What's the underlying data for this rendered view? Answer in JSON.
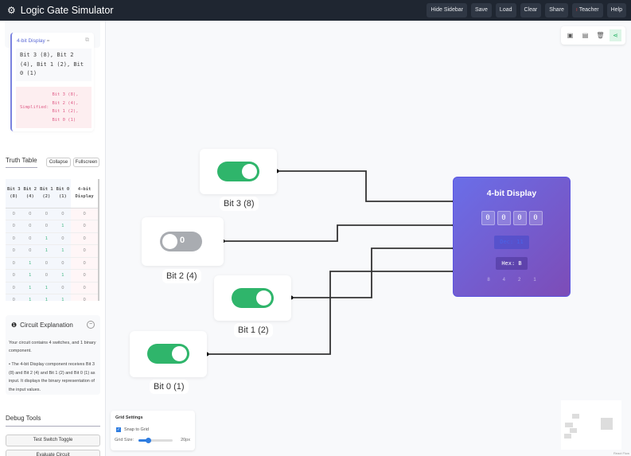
{
  "app": {
    "title": "Logic Gate Simulator",
    "nav": [
      "Hide Sidebar",
      "Save",
      "Load",
      "Clear",
      "Share",
      "Teacher",
      "Help"
    ]
  },
  "expression": {
    "name": "4-bit Display",
    "eq": "=",
    "expr": "Bit 3 (8), Bit 2 (4), Bit 1 (2), Bit 0 (1)",
    "simplified_label": "Simplified:",
    "simplified": "Bit 3 (8), Bit 2 (4), Bit 1 (2), Bit 0 (1)"
  },
  "truth_table": {
    "title": "Truth Table",
    "collapse": "Collapse",
    "fullscreen": "Fullscreen",
    "headers": [
      "Bit 3 (8)",
      "Bit 2 (4)",
      "Bit 1 (2)",
      "Bit 0 (1)",
      "4-bit Display"
    ],
    "rows": [
      [
        "0",
        "0",
        "0",
        "0",
        "0"
      ],
      [
        "0",
        "0",
        "0",
        "1",
        "0"
      ],
      [
        "0",
        "0",
        "1",
        "0",
        "0"
      ],
      [
        "0",
        "0",
        "1",
        "1",
        "0"
      ],
      [
        "0",
        "1",
        "0",
        "0",
        "0"
      ],
      [
        "0",
        "1",
        "0",
        "1",
        "0"
      ],
      [
        "0",
        "1",
        "1",
        "0",
        "0"
      ],
      [
        "0",
        "1",
        "1",
        "1",
        "0"
      ]
    ]
  },
  "explanation": {
    "title": "Circuit Explanation",
    "p1": "Your circuit contains 4 switches, and 1 binary component.",
    "p2": "• The 4-bit Display component receives Bit 3 (8) and Bit 2 (4) and Bit 1 (2) and Bit 0 (1) as input. It displays the binary representation of the input values."
  },
  "debug": {
    "title": "Debug Tools",
    "buttons": [
      "Test Switch Toggle",
      "Evaluate Circuit"
    ]
  },
  "switches": [
    {
      "label": "Bit 3 (8)",
      "on": true
    },
    {
      "label": "Bit 2 (4)",
      "on": false,
      "text": "0"
    },
    {
      "label": "Bit 1 (2)",
      "on": true
    },
    {
      "label": "Bit 0 (1)",
      "on": true
    }
  ],
  "display": {
    "title": "4-bit Display",
    "digits": [
      "0",
      "0",
      "0",
      "0"
    ],
    "dec": "Dec: 11",
    "hex": "Hex: B",
    "weights": [
      "8",
      "4",
      "2",
      "1"
    ]
  },
  "grid": {
    "title": "Grid Settings",
    "snap_label": "Snap to Grid",
    "snap": true,
    "size_label": "Grid Size:",
    "size_value": "20px"
  },
  "attribution": "React Flow"
}
